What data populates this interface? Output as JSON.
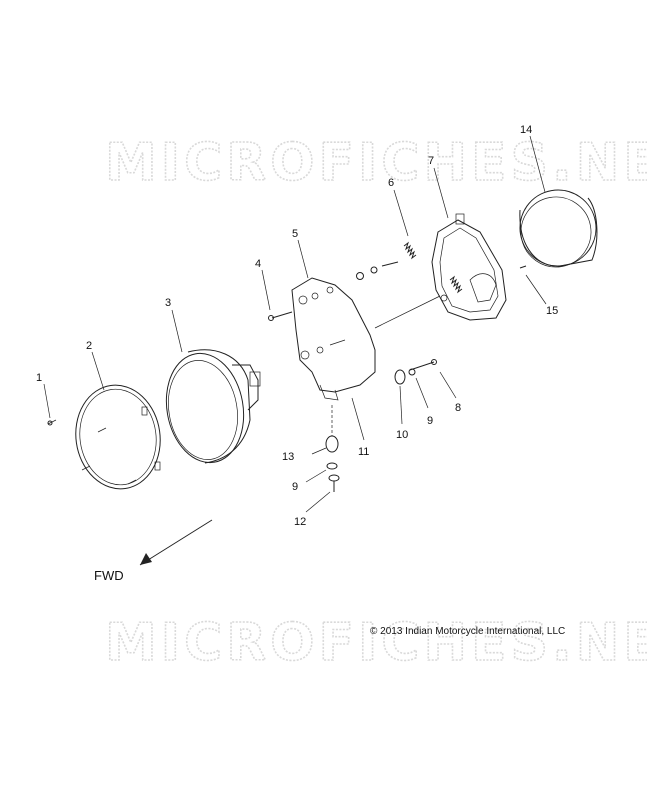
{
  "watermark": {
    "text": "MICROFICHES.NET"
  },
  "direction_label": "FWD",
  "copyright": "© 2013 Indian Motorcycle International, LLC",
  "callouts": {
    "c1": "1",
    "c2": "2",
    "c3": "3",
    "c4": "4",
    "c5": "5",
    "c6": "6",
    "c7": "7",
    "c8": "8",
    "c9a": "9",
    "c9b": "9",
    "c10": "10",
    "c11": "11",
    "c12": "12",
    "c13": "13",
    "c14": "14",
    "c15": "15"
  }
}
